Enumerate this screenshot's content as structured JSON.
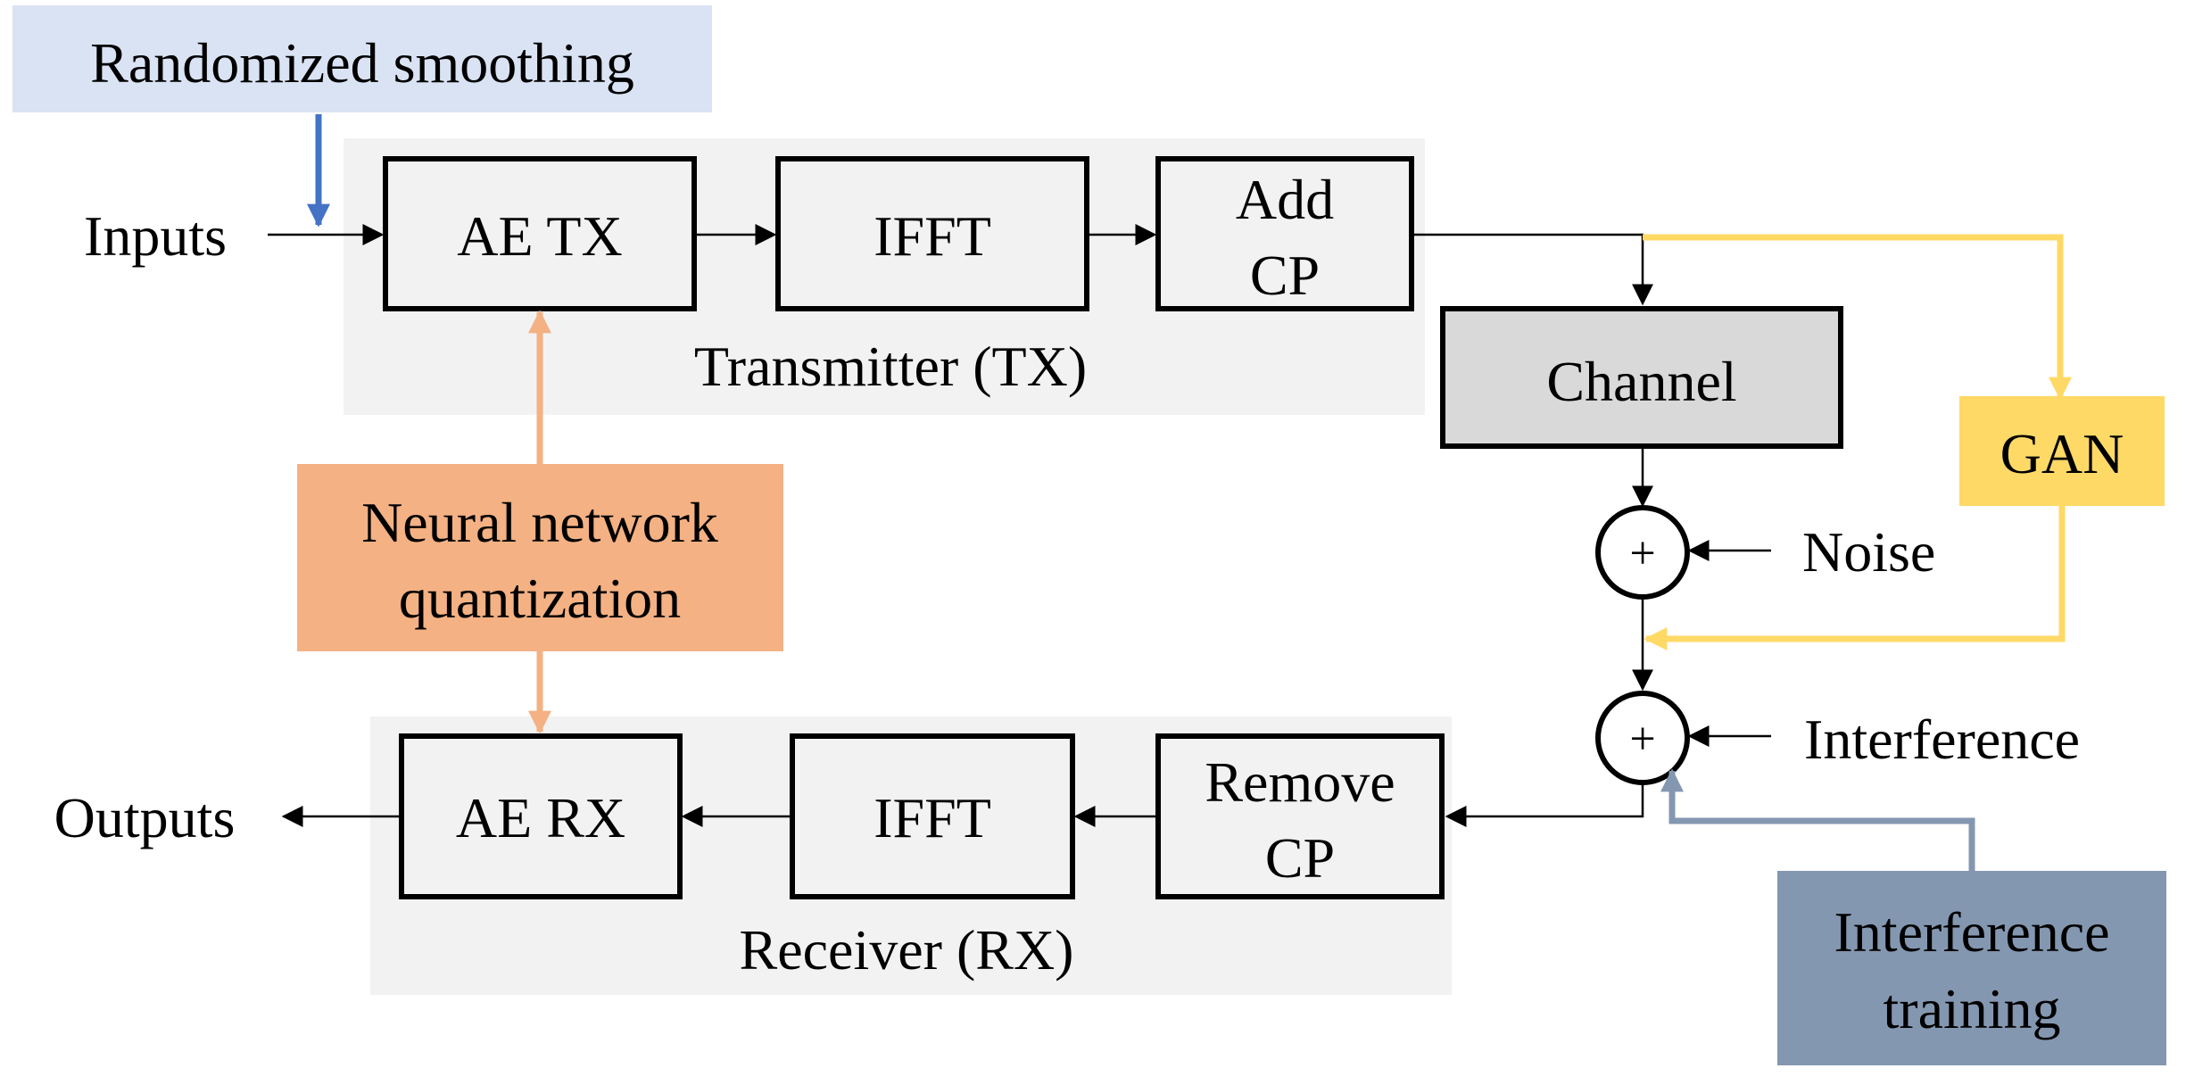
{
  "diagram": {
    "top_labels": {
      "randomized_smoothing": "Randomized smoothing",
      "inputs": "Inputs",
      "outputs": "Outputs",
      "noise": "Noise",
      "interference": "Interference",
      "plus_symbol": "+"
    },
    "transmitter": {
      "caption": "Transmitter (TX)",
      "blocks": {
        "ae_tx": "AE TX",
        "ifft": "IFFT",
        "add_cp_line1": "Add",
        "add_cp_line2": "CP"
      }
    },
    "channel": {
      "label": "Channel"
    },
    "gan": {
      "label": "GAN"
    },
    "quantization": {
      "line1": "Neural network",
      "line2": "quantization"
    },
    "receiver": {
      "caption": "Receiver (RX)",
      "blocks": {
        "ae_rx": "AE RX",
        "ifft": "IFFT",
        "remove_cp_line1": "Remove",
        "remove_cp_line2": "CP"
      }
    },
    "interference_training": {
      "line1": "Interference",
      "line2": "training"
    },
    "colors": {
      "smoothing_fill": "#dae3f3",
      "smoothing_arrow": "#4472c4",
      "quantization_fill": "#f4b183",
      "quantization_arrow": "#f4b183",
      "gan_fill": "#ffd966",
      "gan_arrow": "#ffd966",
      "training_fill": "#8497b0",
      "training_arrow": "#8497b0",
      "region_fill": "#f2f2f2",
      "block_fill": "#f2f2f2",
      "channel_fill": "#d9d9d9"
    }
  }
}
